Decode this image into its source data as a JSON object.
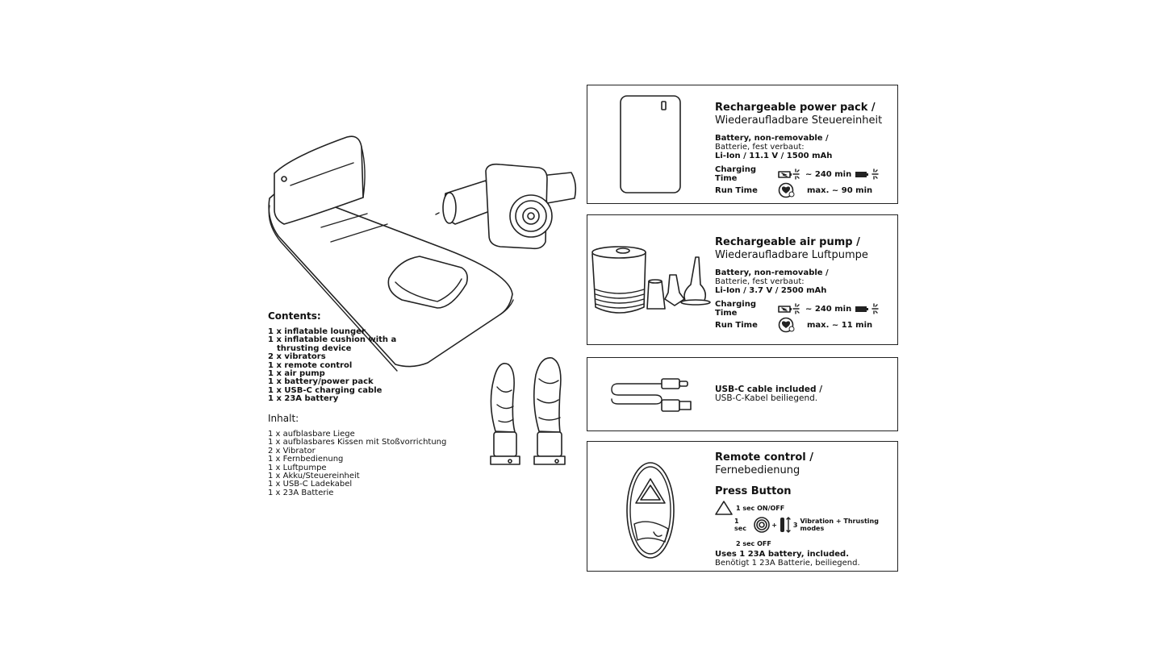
{
  "contents": {
    "title_en": "Contents:",
    "items_en": [
      "1 x inflatable lounger",
      "1 x inflatable cushion with a",
      "thrusting device",
      "2 x vibrators",
      "1 x remote control",
      "1 x air pump",
      "1 x battery/power pack",
      "1 x USB-C charging cable",
      "1 x 23A battery"
    ],
    "title_de": "Inhalt:",
    "items_de": [
      "1 x aufblasbare Liege",
      "1 x aufblasbares Kissen mit Stoßvorrichtung",
      "2 x Vibrator",
      "1 x Fernbedienung",
      "1 x Luftpumpe",
      "1 x Akku/Steuereinheit",
      "1 x USB-C Ladekabel",
      "1 x 23A Batterie"
    ]
  },
  "power_pack": {
    "title_en": "Rechargeable power pack /",
    "title_de": "Wiederaufladbare Steuereinheit",
    "battery_en": "Battery, non-removable /",
    "battery_de": "Batterie, fest verbaut:",
    "spec": "Li-Ion / 11.1 V / 1500 mAh",
    "charging_label": "Charging Time",
    "charging_value": "~ 240 min",
    "run_label": "Run Time",
    "run_value": "max. ~ 90 min"
  },
  "air_pump": {
    "title_en": "Rechargeable air pump /",
    "title_de": "Wiederaufladbare Luftpumpe",
    "battery_en": "Battery, non-removable /",
    "battery_de": "Batterie, fest verbaut:",
    "spec": "Li-Ion / 3.7 V / 2500 mAh",
    "charging_label": "Charging Time",
    "charging_value": "~ 240 min",
    "run_label": "Run Time",
    "run_value": "max. ~ 11 min"
  },
  "usb": {
    "text_en": "USB-C cable included /",
    "text_de": "USB-C-Kabel beiliegend."
  },
  "remote": {
    "title_en": "Remote control /",
    "title_de": "Fernebedienung",
    "press_label": "Press Button",
    "step_on": "1 sec ON/OFF",
    "step_mode_sec": "1 sec",
    "step_mode_num": "3",
    "step_mode_text": "Vibration + Thrusting modes",
    "step_off": "2 sec OFF",
    "battery_en": "Uses 1 23A battery, included.",
    "battery_de": "Benötigt 1 23A Batterie, beiliegend."
  },
  "icons": [
    "battery-charging-icon",
    "battery-full-icon",
    "heart-timer-icon",
    "triangle-button-icon",
    "circle-button-icon",
    "vibrator-icon"
  ]
}
